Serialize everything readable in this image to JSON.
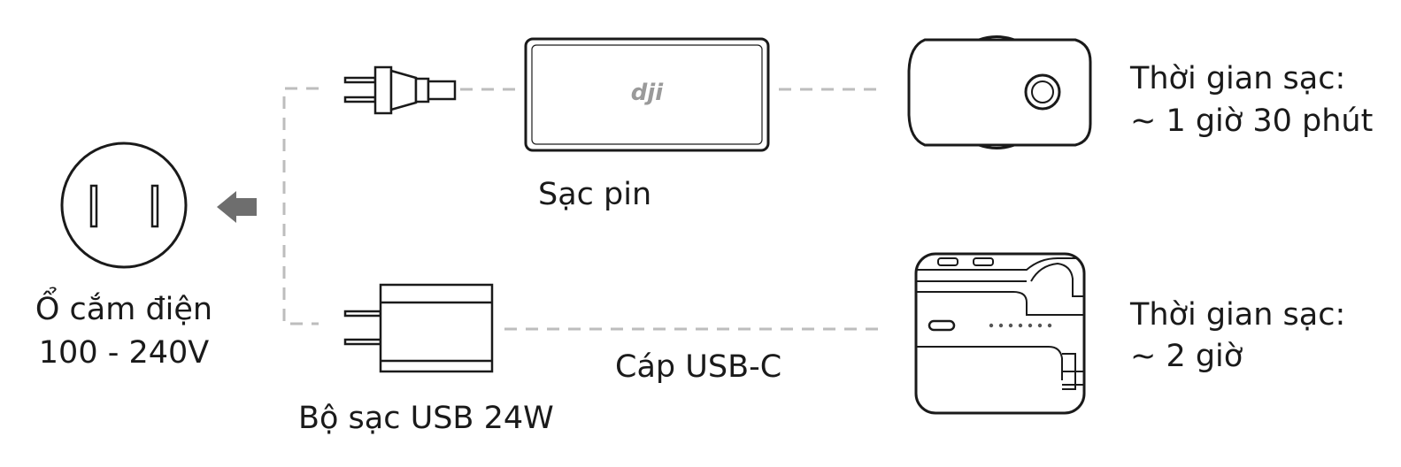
{
  "outlet": {
    "line1": "Ổ cắm điện",
    "line2": "100 - 240V"
  },
  "battery_charger": {
    "label": "Sạc pin",
    "logo": "dji"
  },
  "usb_charger": {
    "label": "Bộ sạc USB 24W"
  },
  "cable": {
    "label": "Cáp USB-C"
  },
  "battery_time": {
    "line1": "Thời gian sạc:",
    "line2": "~ 1 giờ 30 phút"
  },
  "drone_time": {
    "line1": "Thời gian sạc:",
    "line2": "~ 2 giờ"
  },
  "colors": {
    "stroke": "#1a1a1a",
    "dash": "#bdbdbd",
    "arrow": "#6e6e6e",
    "logo": "#9a9a9a"
  }
}
